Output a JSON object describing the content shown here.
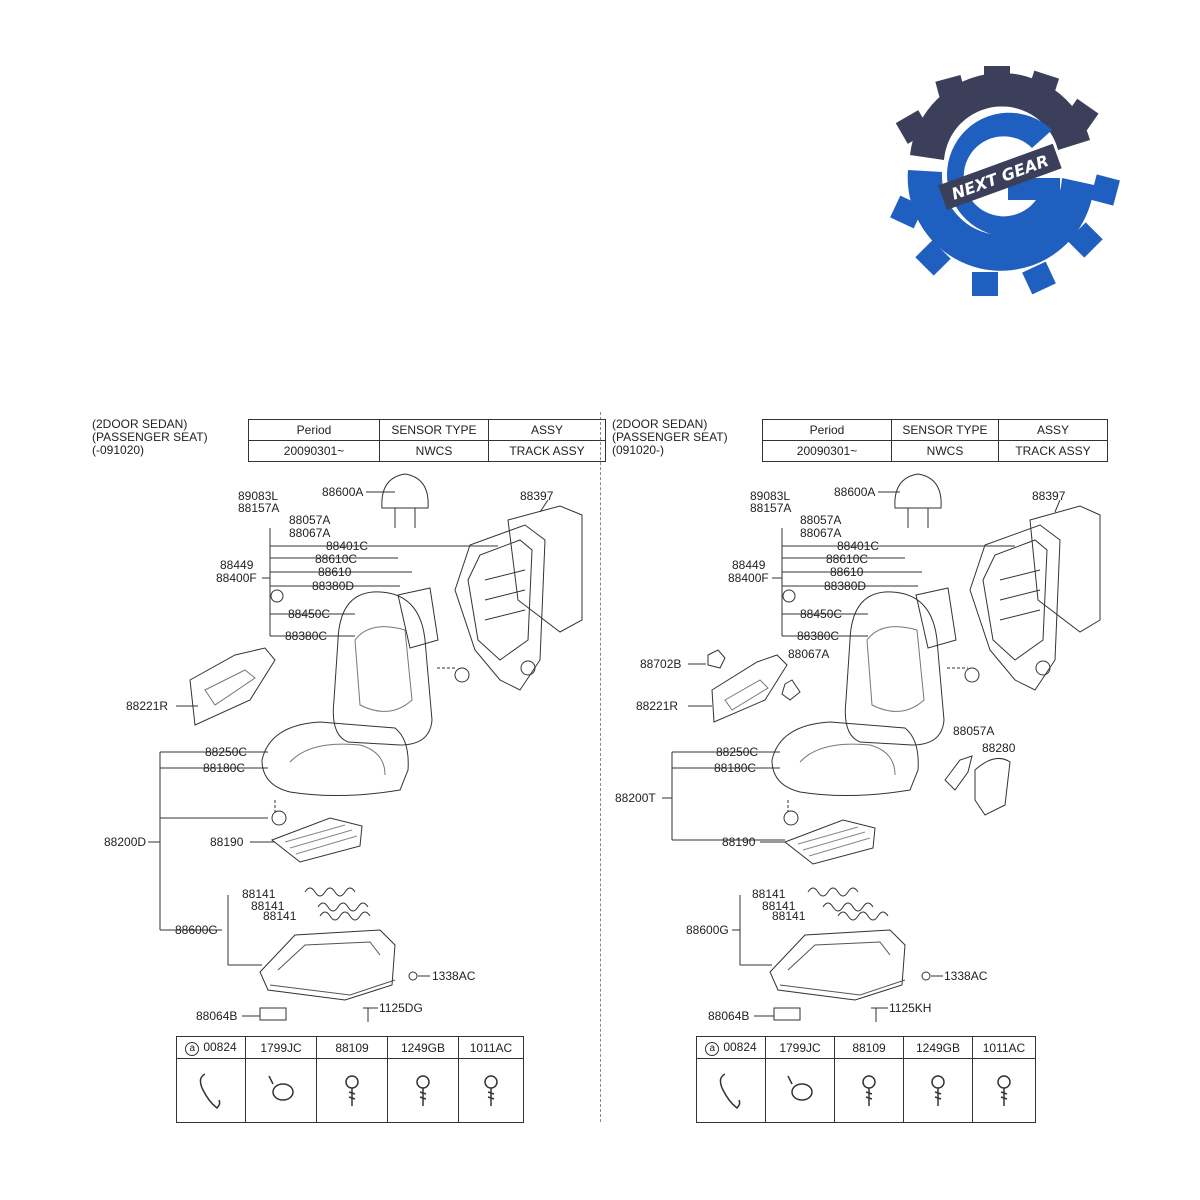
{
  "brand": {
    "logo_text": "NEXT GEAR",
    "colors": {
      "gear_dark": "#3b3f5a",
      "gear_blue": "#1f5fbf"
    }
  },
  "panels": [
    {
      "header": [
        "(2DOOR SEDAN)",
        "(PASSENGER SEAT)",
        "(-091020)"
      ],
      "spec": {
        "headers": [
          "Period",
          "SENSOR TYPE",
          "ASSY"
        ],
        "values": [
          "20090301~",
          "NWCS",
          "TRACK ASSY"
        ]
      },
      "callouts": [
        "88600A",
        "88397",
        "89083L",
        "88157A",
        "88057A",
        "88067A",
        "88401C",
        "88610C",
        "88449",
        "88400F",
        "88610",
        "88380D",
        "88450C",
        "88380C",
        "88221R",
        "88250C",
        "88180C",
        "88200D",
        "88190",
        "88141",
        "88141",
        "88141",
        "88600G",
        "1338AC",
        "88064B",
        "1125DG"
      ],
      "legend": {
        "marker": "a",
        "codes": [
          "00824",
          "1799JC",
          "88109",
          "1249GB",
          "1011AC"
        ]
      }
    },
    {
      "header": [
        "(2DOOR SEDAN)",
        "(PASSENGER SEAT)",
        "(091020-)"
      ],
      "spec": {
        "headers": [
          "Period",
          "SENSOR TYPE",
          "ASSY"
        ],
        "values": [
          "20090301~",
          "NWCS",
          "TRACK ASSY"
        ]
      },
      "callouts": [
        "88600A",
        "88397",
        "89083L",
        "88157A",
        "88057A",
        "88067A",
        "88401C",
        "88610C",
        "88449",
        "88400F",
        "88610",
        "88380D",
        "88450C",
        "88380C",
        "88702B",
        "88067A",
        "88221R",
        "88057A",
        "88280",
        "88250C",
        "88180C",
        "88200T",
        "88190",
        "88141",
        "88141",
        "88141",
        "88600G",
        "1338AC",
        "88064B",
        "1125KH"
      ],
      "legend": {
        "marker": "a",
        "codes": [
          "00824",
          "1799JC",
          "88109",
          "1249GB",
          "1011AC"
        ]
      }
    }
  ]
}
